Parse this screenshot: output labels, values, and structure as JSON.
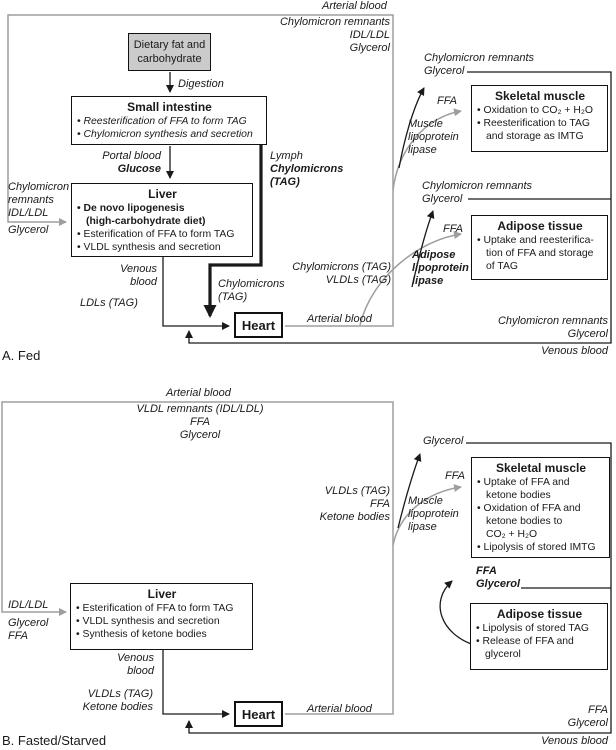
{
  "colors": {
    "line_black": "#1a1a1a",
    "line_gray": "#9e9e9e",
    "dietary_box_fill": "#cbcbcb"
  },
  "section_a": {
    "section_label": "A. Fed",
    "labels": {
      "arterial_blood_top": "Arterial blood",
      "top_right": [
        "Chylomicron remnants",
        "IDL/LDL",
        "Glycerol"
      ],
      "digestion": "Digestion",
      "portal_blood": "Portal blood",
      "glucose": "Glucose",
      "lymph": [
        "Lymph",
        "Chylomicrons",
        "(TAG)"
      ],
      "left_inputs": [
        "Chylomicron",
        "remnants",
        "IDL/LDL"
      ],
      "left_glycerol": "Glycerol",
      "venous": [
        "Venous",
        "blood"
      ],
      "chylomicrons_tag": [
        "Chylomicrons",
        "(TAG)"
      ],
      "ldls": "LDLs (TAG)",
      "to_tissues": [
        "Chylomicrons (TAG)",
        "VLDLs (TAG)"
      ],
      "arterial_blood_heart": "Arterial blood",
      "muscle_out": [
        "Chylomicron remnants",
        "Glycerol"
      ],
      "muscle_ffa": "FFA",
      "muscle_lipase": [
        "Muscle",
        "lipoprotein",
        "lipase"
      ],
      "adipose_out": [
        "Chylomicron remnants",
        "Glycerol"
      ],
      "adipose_ffa": "FFA",
      "adipose_lipase": [
        "Adipose",
        "lipoprotein",
        "lipase"
      ],
      "venous_return": [
        "Chylomicron remnants",
        "Glycerol"
      ],
      "venous_blood": "Venous blood"
    },
    "boxes": {
      "dietary": {
        "lines": [
          "Dietary fat and",
          "carbohydrate"
        ]
      },
      "small_intestine": {
        "title": "Small intestine",
        "lines": [
          "• Reesterification of FFA to form TAG",
          "• Chylomicron synthesis and secretion"
        ]
      },
      "liver": {
        "title": "Liver",
        "lines": [
          "• De novo lipogenesis",
          "(high-carbohydrate diet)",
          "• Esterification of FFA to form TAG",
          "• VLDL synthesis and secretion"
        ]
      },
      "heart": {
        "title": "Heart"
      },
      "skeletal_muscle": {
        "title": "Skeletal muscle",
        "lines": [
          "• Oxidation to CO₂ + H₂O",
          "• Reesterification to TAG",
          "and storage as IMTG"
        ]
      },
      "adipose": {
        "title": "Adipose tissue",
        "lines": [
          "• Uptake and reesterifica-",
          "tion of FFA and storage",
          "of TAG"
        ]
      }
    }
  },
  "section_b": {
    "section_label": "B. Fasted/Starved",
    "labels": {
      "arterial_blood_top": "Arterial blood",
      "center_inputs": [
        "VLDL remnants (IDL/LDL)",
        "FFA",
        "Glycerol"
      ],
      "to_tissues": [
        "VLDLs (TAG)",
        "FFA",
        "Ketone bodies"
      ],
      "muscle_glycerol": "Glycerol",
      "muscle_ffa": "FFA",
      "muscle_lipase": [
        "Muscle",
        "lipoprotein",
        "lipase"
      ],
      "adipose_out": [
        "FFA",
        "Glycerol"
      ],
      "left_inputs": [
        "IDL/LDL",
        "Glycerol",
        "FFA"
      ],
      "venous": [
        "Venous",
        "blood"
      ],
      "liver_out": [
        "VLDLs (TAG)",
        "Ketone bodies"
      ],
      "arterial_blood_heart": "Arterial blood",
      "venous_return": [
        "FFA",
        "Glycerol"
      ],
      "venous_blood": "Venous blood"
    },
    "boxes": {
      "liver": {
        "title": "Liver",
        "lines": [
          "• Esterification of FFA to form TAG",
          "• VLDL synthesis and secretion",
          "• Synthesis of ketone bodies"
        ]
      },
      "heart": {
        "title": "Heart"
      },
      "skeletal_muscle": {
        "title": "Skeletal muscle",
        "lines": [
          "• Uptake of FFA and",
          "ketone bodies",
          "• Oxidation of FFA and",
          "ketone bodies to",
          "CO₂ + H₂O",
          "• Lipolysis of stored IMTG"
        ]
      },
      "adipose": {
        "title": "Adipose tissue",
        "lines": [
          "• Lipolysis of stored TAG",
          "• Release of FFA and",
          "glycerol"
        ]
      }
    }
  }
}
